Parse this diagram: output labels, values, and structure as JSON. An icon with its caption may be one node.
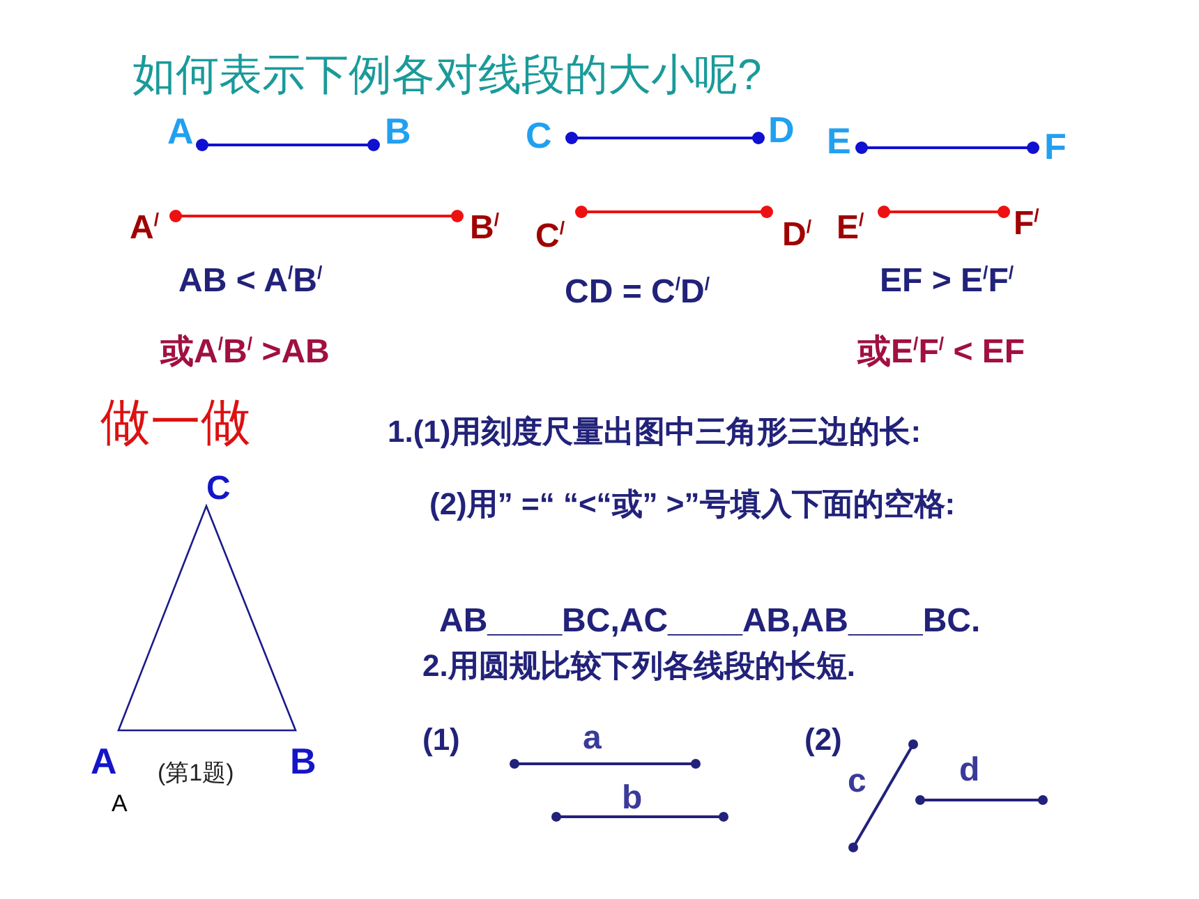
{
  "diagram": {
    "title": "如何表示下例各对线段的大小呢?",
    "labels": [
      "A",
      "B",
      "C",
      "D",
      "E",
      "F",
      "A$^{/}$",
      "B$^{/}$",
      "C$^{/}$",
      "D$^{/}$",
      "E$^{/}$",
      "F$^{/}$",
      "AB < A$^{/}$B$^{/}$",
      "CD = C$^{/}$D$^{/}$",
      "EF > E$^{/}$F$^{/}$",
      "或A$^{/}$B$^{/}$ >AB",
      "或E$^{/}$F$^{/}$ < EF",
      "做一做",
      "1.(1)用刻度尺量出图中三角形三边的长:",
      "(2)用” =“ “<“或” >”号填入下面的空格:",
      "C",
      "AB____BC,AC____AB,AB____BC.",
      "2.用圆规比较下列各线段的长短.",
      "A",
      "(第1题)",
      "B",
      "A",
      "(1)",
      "a",
      "(2)",
      "c",
      "d",
      "b"
    ]
  }
}
